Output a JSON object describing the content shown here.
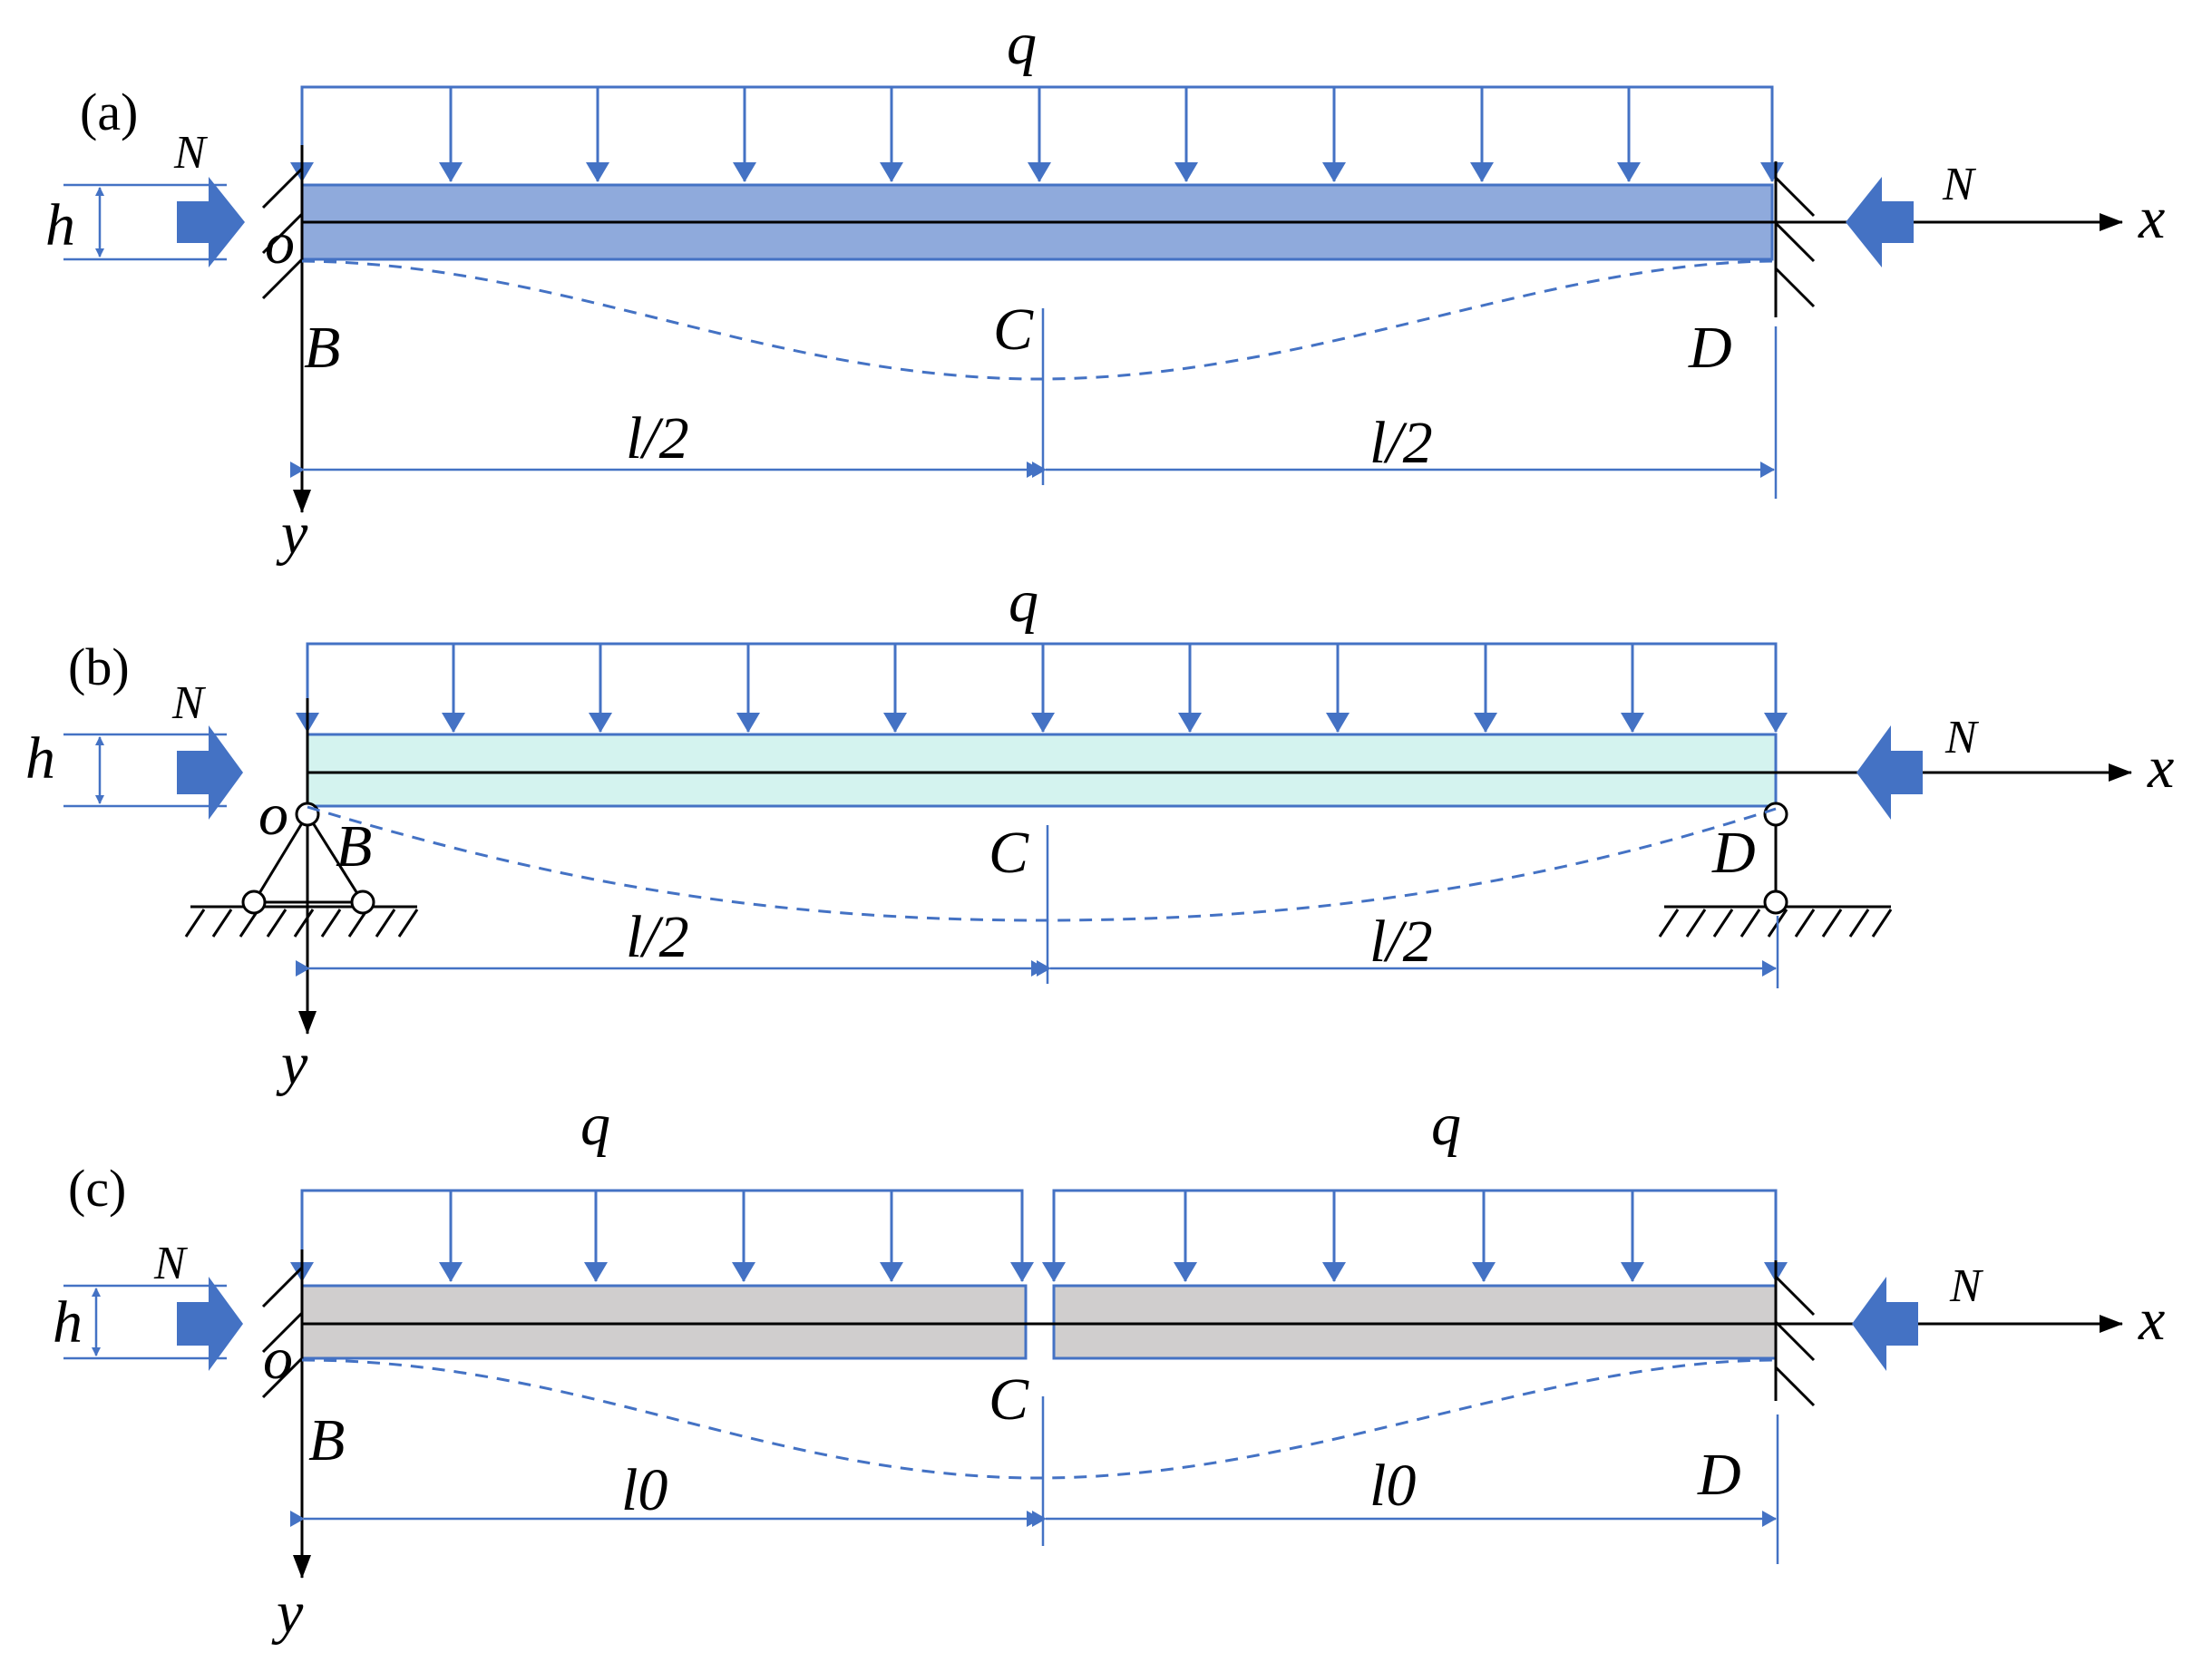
{
  "panels": [
    {
      "tag": "(a)",
      "load_label": "q",
      "force_label_left": "N",
      "force_label_right": "N",
      "height_label": "h",
      "origin_label": "o",
      "x_axis_label": "x",
      "y_axis_label": "y",
      "point_left": "B",
      "point_mid": "C",
      "point_right": "D",
      "span_left": "l/2",
      "span_right": "l/2",
      "supports": "fixed-fixed",
      "beam_color": "#8faadc"
    },
    {
      "tag": "(b)",
      "load_label": "q",
      "force_label_left": "N",
      "force_label_right": "N",
      "height_label": "h",
      "origin_label": "o",
      "x_axis_label": "x",
      "y_axis_label": "y",
      "point_left": "B",
      "point_mid": "C",
      "point_right": "D",
      "span_left": "l/2",
      "span_right": "l/2",
      "supports": "pinned-roller",
      "beam_color": "#d4f3ef"
    },
    {
      "tag": "(c)",
      "load_label_left": "q",
      "load_label_right": "q",
      "force_label_left": "N",
      "force_label_right": "N",
      "height_label": "h",
      "origin_label": "o",
      "x_axis_label": "x",
      "y_axis_label": "y",
      "point_left": "B",
      "point_mid": "C",
      "point_right": "D",
      "span_left": "l0",
      "span_right": "l0",
      "supports": "fixed-fixed-split",
      "beam_color": "#d0cece"
    }
  ],
  "colors": {
    "accent": "#4472c4",
    "axis": "#000000"
  }
}
